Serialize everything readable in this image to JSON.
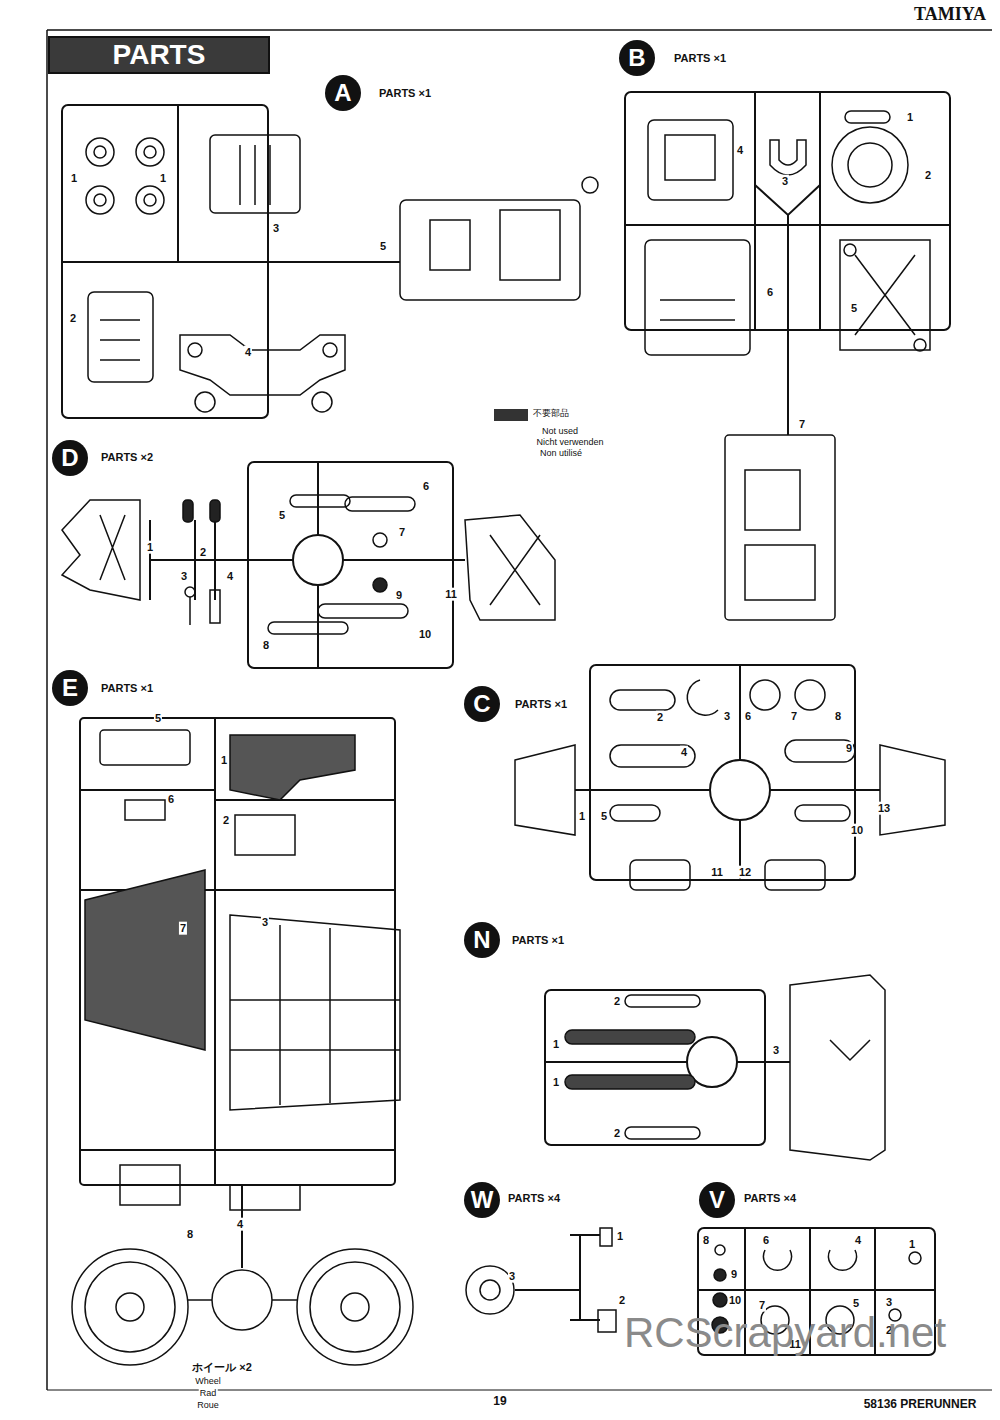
{
  "diagram": {
    "nodes": [
      {
        "text": [
          "PARTS"
        ]
      },
      {
        "text": [
          "A"
        ]
      },
      {
        "text": [
          "B"
        ]
      },
      {
        "text": [
          "D"
        ]
      },
      {
        "text": [
          "E"
        ]
      },
      {
        "text": [
          "C"
        ]
      },
      {
        "text": [
          "N"
        ]
      },
      {
        "text": [
          "W"
        ]
      },
      {
        "text": [
          "V"
        ]
      }
    ],
    "labels": [
      "TAMIYA",
      "PARTS ×1",
      "1",
      "1",
      "3",
      "5",
      "2",
      "4",
      "Not used",
      "Nicht verwenden",
      "Non utilisé",
      "PARTS ×1",
      "1",
      "4",
      "3",
      "2",
      "6",
      "5",
      "7",
      "PARTS ×2",
      "6",
      "5",
      "7",
      "1",
      "2",
      "3",
      "4",
      "9",
      "11",
      "8",
      "10",
      "PARTS ×1",
      "5",
      "1",
      "6",
      "2",
      "7",
      "3",
      "8",
      "4",
      "ホイール ×2",
      "Wheel",
      "Rad",
      "Roue",
      "PARTS ×1",
      "2",
      "3",
      "6",
      "7",
      "8",
      "4",
      "9",
      "1",
      "5",
      "10",
      "13",
      "11",
      "12",
      "PARTS ×1",
      "2",
      "1",
      "3",
      "1",
      "2",
      "PARTS ×4",
      "1",
      "3",
      "2",
      "PARTS ×4",
      "8",
      "6",
      "4",
      "1",
      "9",
      "7",
      "5",
      "3",
      "10",
      "11",
      "2",
      "19",
      "58136 PRERUNNER",
      "RCScrapyard.net"
    ],
    "legend": [
      {
        "text": "不要部品",
        "color": "#333333"
      }
    ]
  }
}
